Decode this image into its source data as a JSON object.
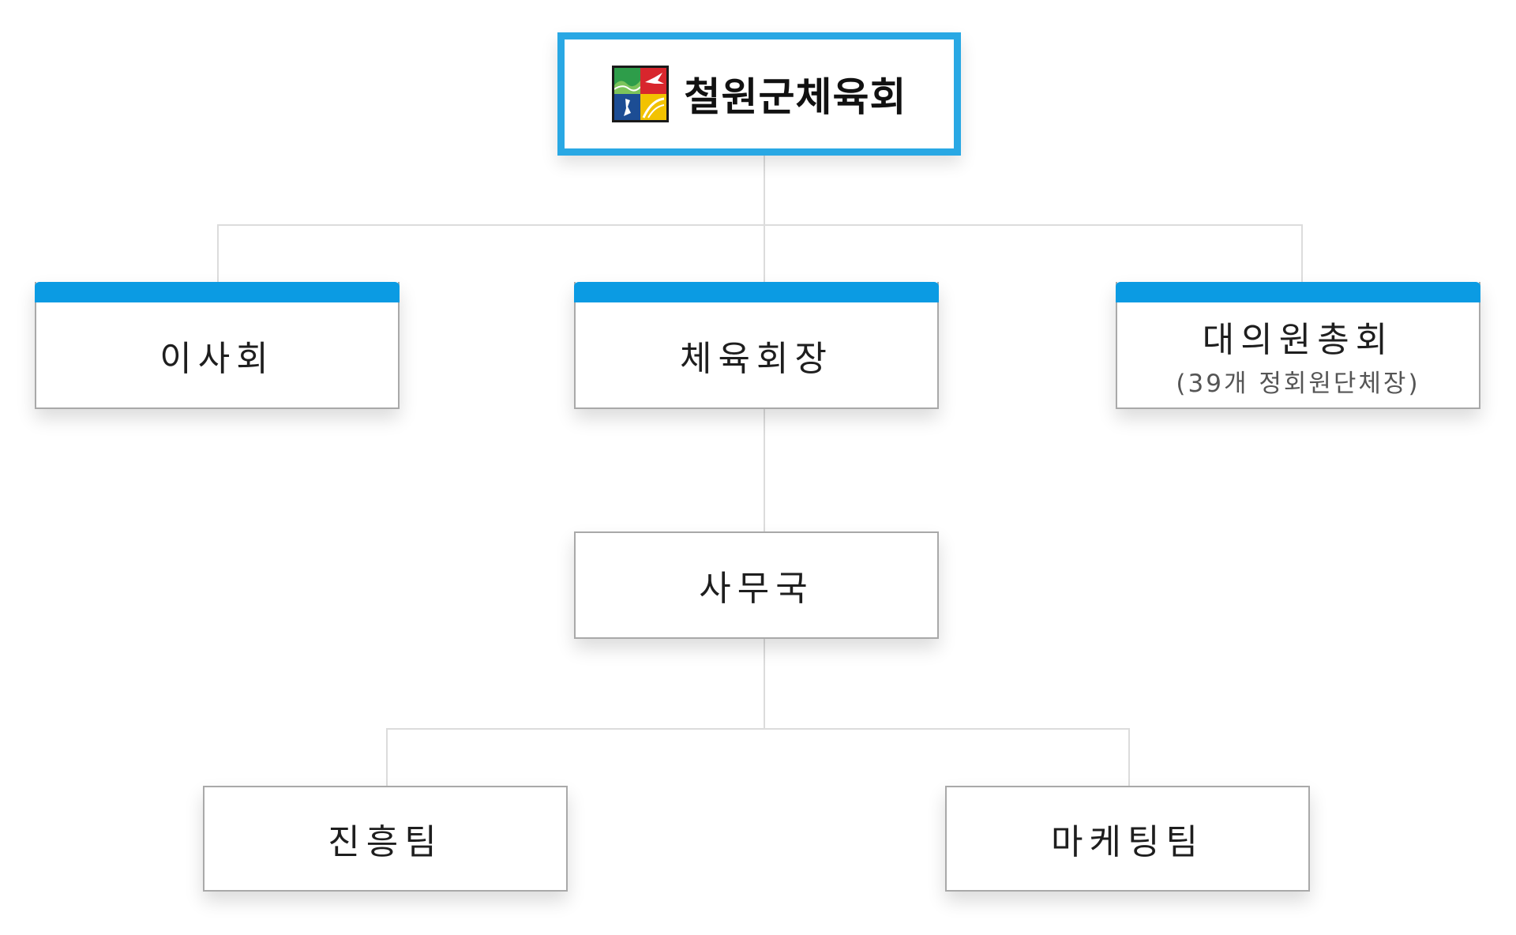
{
  "root": {
    "title": "철원군체육회",
    "logo_icon": "cheorwon-emblem-icon"
  },
  "level1": [
    {
      "id": "board",
      "label": "이사회",
      "sub": ""
    },
    {
      "id": "president",
      "label": "체육회장",
      "sub": ""
    },
    {
      "id": "assembly",
      "label": "대의원총회",
      "sub": "(39개 정회원단체장)"
    }
  ],
  "office": {
    "label": "사무국"
  },
  "teams": [
    {
      "id": "promotion",
      "label": "진흥팀"
    },
    {
      "id": "marketing",
      "label": "마케팅팀"
    }
  ],
  "colors": {
    "accent": "#0b9be3",
    "root_border": "#29a8e4",
    "connector": "#dcdcdc",
    "box_border": "#a9a9a9"
  }
}
